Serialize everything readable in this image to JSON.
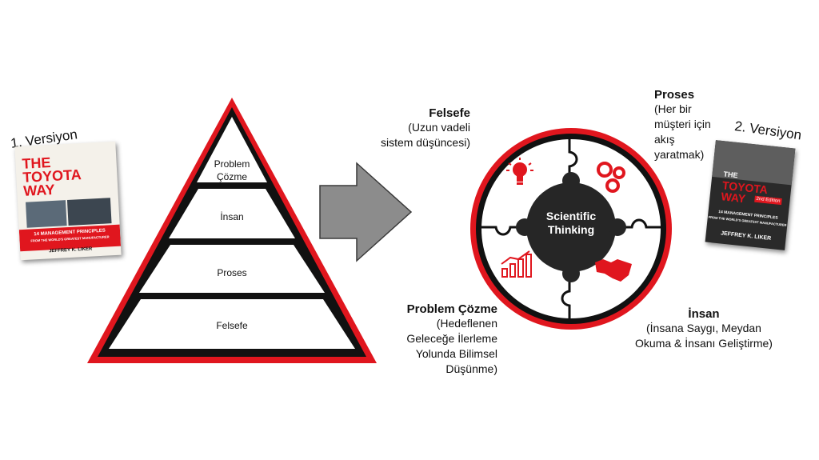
{
  "version1": {
    "label": "1. Versiyon",
    "cover": {
      "title1": "THE",
      "title2": "TOYOTA",
      "title3": "WAY",
      "subtitle": "14 MANAGEMENT PRINCIPLES",
      "tagline": "FROM THE WORLD'S GREATEST MANUFACTURER",
      "author": "JEFFREY K. LIKER"
    }
  },
  "version2": {
    "label": "2. Versiyon",
    "cover": {
      "title1": "THE",
      "title2": "TOYOTA",
      "title3": "WAY",
      "edition": "2nd Edition",
      "subtitle": "14 MANAGEMENT PRINCIPLES",
      "tagline": "FROM THE WORLD'S GREATEST MANUFACTURER",
      "author": "JEFFREY K. LIKER"
    }
  },
  "pyramid": {
    "levels": [
      "Problem\nÇözme",
      "İnsan",
      "Proses",
      "Felsefe"
    ]
  },
  "puzzle": {
    "center": "Scientific\nThinking"
  },
  "annotations": {
    "felsefe": {
      "title": "Felsefe",
      "desc": "(Uzun vadeli\nsistem düşüncesi)"
    },
    "proses": {
      "title": "Proses",
      "desc": "(Her bir\nmüşteri için\nakış\nyaratmak)"
    },
    "problem": {
      "title": "Problem Çözme",
      "desc": "(Hedeflenen\nGeleceğe İlerleme\nYolunda Bilimsel\nDüşünme)"
    },
    "insan": {
      "title": "İnsan",
      "desc": "(İnsana Saygı, Meydan\nOkuma & İnsanı Geliştirme)"
    }
  },
  "colors": {
    "accent": "#e0161e",
    "dark": "#111111",
    "arrow": "#8c8c8c",
    "arrowStroke": "#3a3a3a"
  },
  "icons": [
    "lightbulb-icon",
    "gears-icon",
    "bar-chart-icon",
    "handshake-icon"
  ]
}
